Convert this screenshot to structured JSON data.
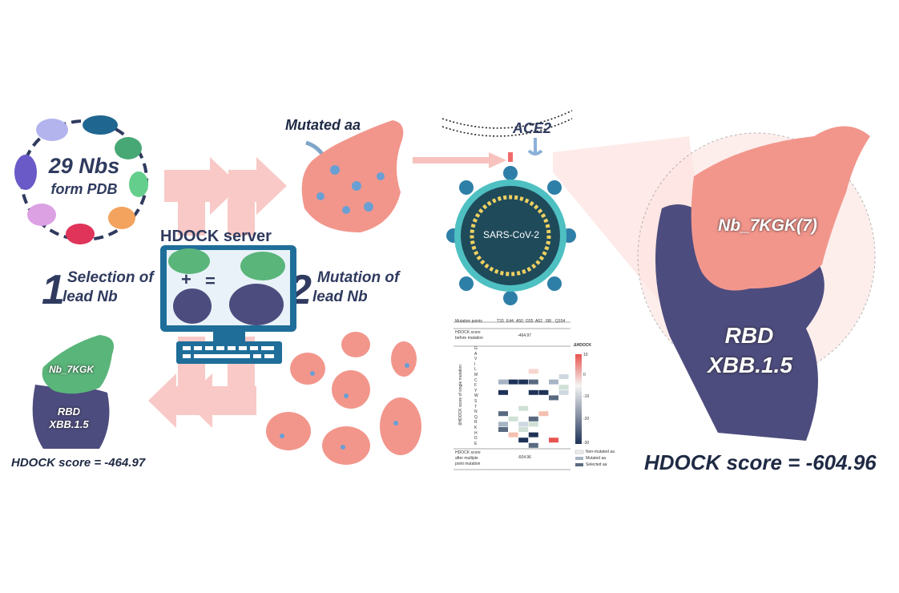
{
  "circle": {
    "title": "29 Nbs",
    "subtitle": "form PDB"
  },
  "step1": {
    "number": "1",
    "line1": "Selection of",
    "line2": "lead Nb"
  },
  "step2": {
    "number": "2",
    "line1": "Mutation of",
    "line2": "lead Nb"
  },
  "server": {
    "label": "HDOCK server",
    "plus": "+",
    "equals": "="
  },
  "mutated": {
    "label": "Mutated aa"
  },
  "virus": {
    "receptor": "ACE2",
    "name": "SARS-CoV-2"
  },
  "lead_complex": {
    "nb_label": "Nb_7KGK",
    "rbd_line1": "RBD",
    "rbd_line2": "XBB.1.5",
    "score": "HDOCK score = -464.97"
  },
  "final_complex": {
    "nb_label": "Nb_7KGK(7)",
    "rbd_line1": "RBD",
    "rbd_line2": "XBB.1.5",
    "score": "HDOCK score = -604.96"
  },
  "heatmap": {
    "row_header": "Mutation points",
    "columns": [
      "T33",
      "E44",
      "A50",
      "G55",
      "A62",
      "I98",
      "Q104"
    ],
    "before_label_1": "HDOCK score",
    "before_label_2": "before mutation",
    "before_value": "-464.97",
    "side_label": "ΔHDOCK score of single mutation",
    "amino_acids": [
      "G",
      "A",
      "V",
      "I",
      "L",
      "M",
      "C",
      "F",
      "Y",
      "W",
      "S",
      "T",
      "N",
      "Q",
      "R",
      "K",
      "H",
      "D",
      "E"
    ],
    "after_label_1": "HDOCK score",
    "after_label_2": "after multiple",
    "after_label_3": "point mutation",
    "after_value": "-604.96",
    "colorbar_title": "ΔHDOCK",
    "colorbar_ticks": [
      "10",
      "0",
      "-10",
      "-20",
      "-30"
    ],
    "legend": [
      "Non-mutated aa",
      "Mutated aa",
      "Selected aa"
    ],
    "colors": {
      "high": "#e8544f",
      "zero": "#f4f4f4",
      "low": "#1e3257"
    }
  },
  "colors": {
    "navy": "#2f3a5e",
    "salmon": "#f2968c",
    "green": "#5ab57a",
    "rbd": "#4d4c7e",
    "arrow": "#f8c9c6"
  }
}
